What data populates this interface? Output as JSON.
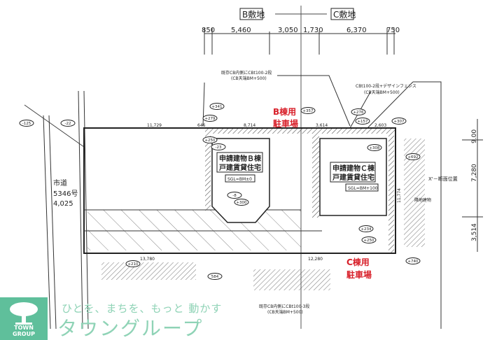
{
  "plot": {
    "site_b_label": "B敷地",
    "site_c_label": "C敷地",
    "top_dimensions": [
      "850",
      "5,460",
      "3,050",
      "1,730",
      "6,370",
      "750"
    ],
    "right_dimensions": [
      "9.00",
      "7,280",
      "3,514"
    ],
    "building_b": {
      "line1": "申請建物Ｂ棟",
      "line2": "戸建賃貸住宅",
      "sgl": "SGL=BM±0"
    },
    "building_c": {
      "line1": "申請建物Ｃ棟",
      "line2": "戸建賃貸住宅",
      "sgl": "SGL=BM+100"
    },
    "parking_b": [
      "B棟用",
      "駐車場"
    ],
    "parking_c": [
      "C棟用",
      "駐車場"
    ],
    "road": {
      "name": "市道",
      "number": "5346号",
      "width": "4,025"
    },
    "section_mark": "X'－断面位置",
    "neighbor_building": "隣地建物",
    "notes": [
      "既存CB内側にCBt100-2段",
      "(CB天端BM+500)",
      "CBt100-2段+デザインフェンス",
      "(CB天端BM+500)",
      "既存CB内側にCBt100-3段",
      "(CB天端BM+500)"
    ],
    "elevations": [
      "+341",
      "+279",
      "+357",
      "+276",
      "+157",
      "+307",
      "+308",
      "+692",
      "+740",
      "+234",
      "+250",
      "+210",
      "+300",
      "-23",
      "-8",
      "584",
      "-125",
      "-22",
      "+250"
    ],
    "inner_dims": [
      "8,714",
      "3,614",
      "2,603",
      "12,280",
      "13,780",
      "11,729",
      "11,774",
      "646"
    ]
  },
  "logo": {
    "company_en": "TOWN GROUP",
    "tagline": "ひとを、まちを、もっと 動かす",
    "brand": "タウングループ",
    "color": "#5fbf9b"
  }
}
